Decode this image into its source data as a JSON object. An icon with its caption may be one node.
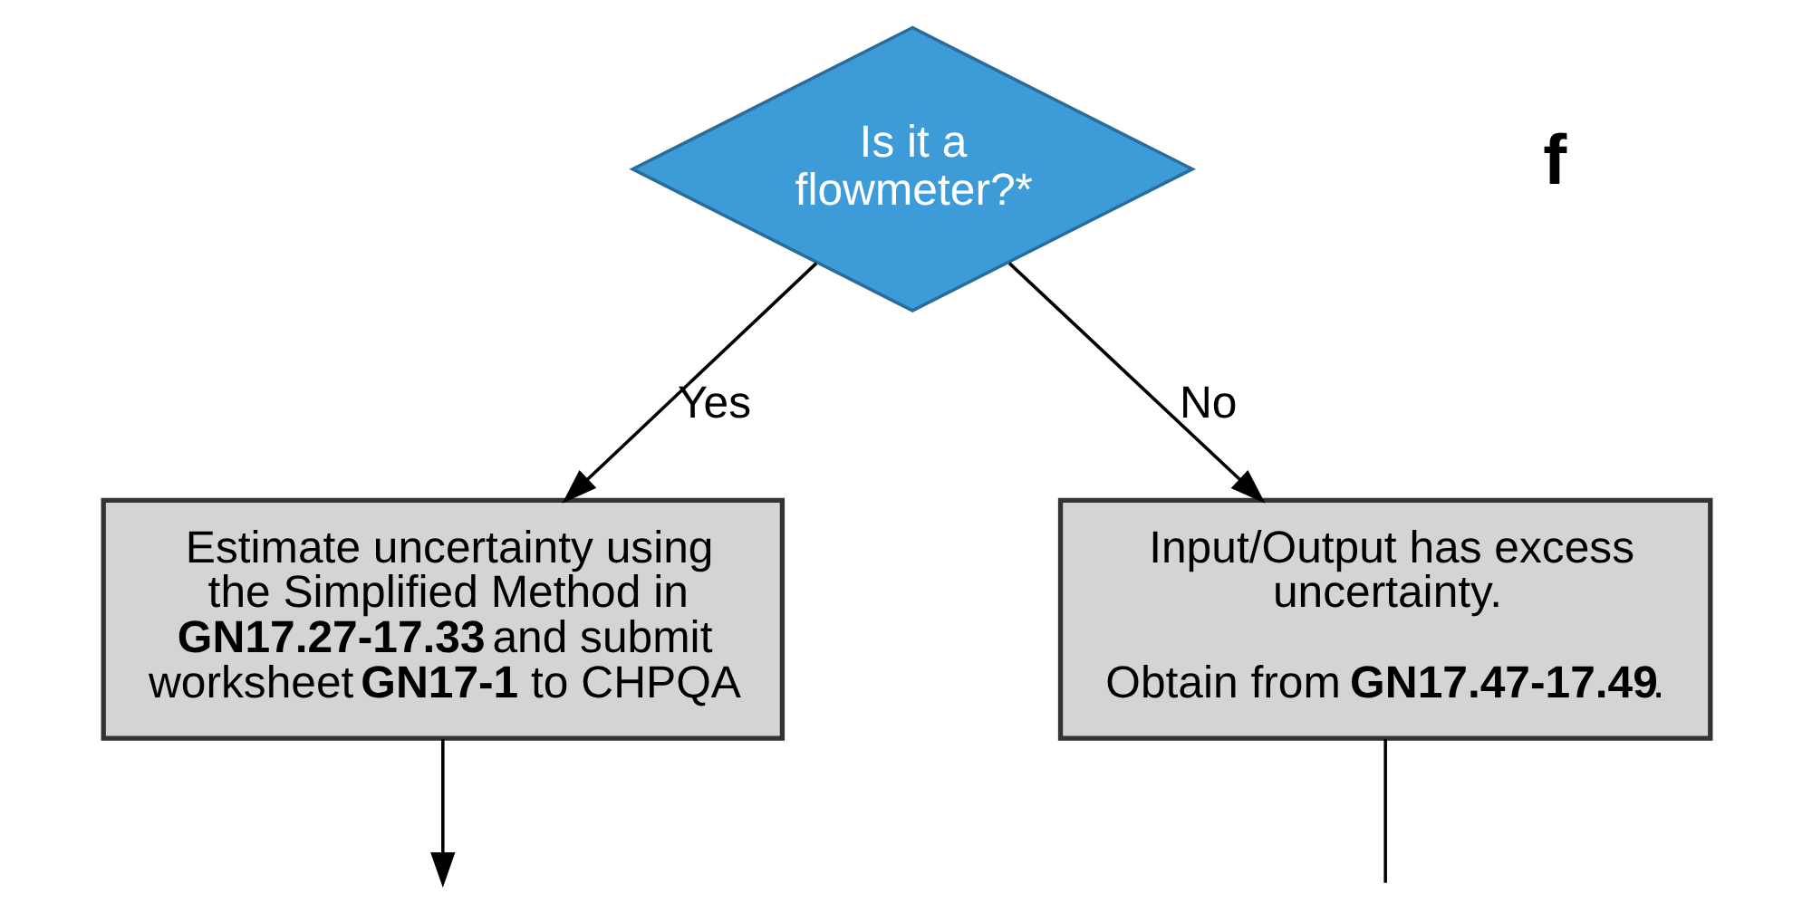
{
  "diagram": {
    "nodes": [
      {
        "text": [
          "Is it a flowmeter?*"
        ]
      },
      {
        "text": [
          "Estimate uncertainty using the Simplified Method in **GN17.27-17.33** and submit worksheet **GN17-1** to CHPQA"
        ]
      },
      {
        "text": [
          "Input/Output has excess uncertainty.",
          "Obtain from **GN17.47-17.49**."
        ]
      }
    ],
    "edges": [
      {
        "from": 0,
        "to": 1,
        "arrow": "to",
        "label": "Yes"
      },
      {
        "from": 0,
        "to": 2,
        "arrow": "to",
        "label": "No"
      },
      {
        "from": 1,
        "to": null,
        "arrow": "to"
      },
      {
        "from": 2,
        "to": null,
        "arrow": "none"
      }
    ],
    "labels": [
      "f"
    ]
  }
}
